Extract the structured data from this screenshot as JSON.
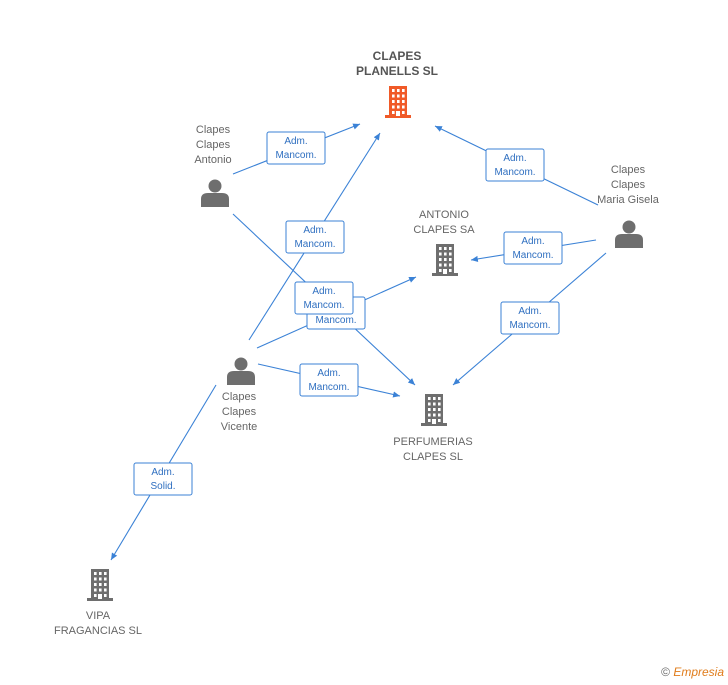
{
  "colors": {
    "edge": "#3b82d6",
    "main_company": "#f05a28",
    "company": "#6e6e6e",
    "person": "#6e6e6e"
  },
  "nodes": {
    "clapes_planells": {
      "type": "company-main",
      "lines": [
        "CLAPES",
        "PLANELLS SL"
      ]
    },
    "antonio_clapes_sa": {
      "type": "company",
      "lines": [
        "ANTONIO",
        "CLAPES SA"
      ]
    },
    "perfumerias": {
      "type": "company",
      "lines": [
        "PERFUMERIAS",
        "CLAPES SL"
      ]
    },
    "vipa": {
      "type": "company",
      "lines": [
        "VIPA",
        "FRAGANCIAS SL"
      ]
    },
    "clapes_antonio": {
      "type": "person",
      "lines": [
        "Clapes",
        "Clapes",
        "Antonio"
      ]
    },
    "clapes_maria": {
      "type": "person",
      "lines": [
        "Clapes",
        "Clapes",
        "Maria Gisela"
      ]
    },
    "clapes_vicente": {
      "type": "person",
      "lines": [
        "Clapes",
        "Clapes",
        "Vicente"
      ]
    }
  },
  "edges": [
    {
      "from": "clapes_antonio",
      "to": "clapes_planells",
      "label": [
        "Adm.",
        "Mancom."
      ]
    },
    {
      "from": "clapes_maria",
      "to": "clapes_planells",
      "label": [
        "Adm.",
        "Mancom."
      ]
    },
    {
      "from": "clapes_maria",
      "to": "antonio_clapes_sa",
      "label": [
        "Adm.",
        "Mancom."
      ]
    },
    {
      "from": "clapes_maria",
      "to": "perfumerias",
      "label": [
        "Adm.",
        "Mancom."
      ]
    },
    {
      "from": "clapes_vicente",
      "to": "clapes_planells",
      "label": [
        "Adm.",
        "Mancom."
      ]
    },
    {
      "from": "clapes_vicente",
      "to": "antonio_clapes_sa",
      "label": [
        "Adm.",
        "Mancom."
      ]
    },
    {
      "from": "clapes_antonio",
      "to": "perfumerias",
      "label": [
        "Adm.",
        "Mancom."
      ]
    },
    {
      "from": "clapes_vicente",
      "to": "perfumerias",
      "label": [
        "Adm.",
        "Mancom."
      ]
    },
    {
      "from": "clapes_vicente",
      "to": "vipa",
      "label": [
        "Adm.",
        "Solid."
      ]
    }
  ],
  "footer": {
    "copyright": "©",
    "brand": "Empresia"
  }
}
